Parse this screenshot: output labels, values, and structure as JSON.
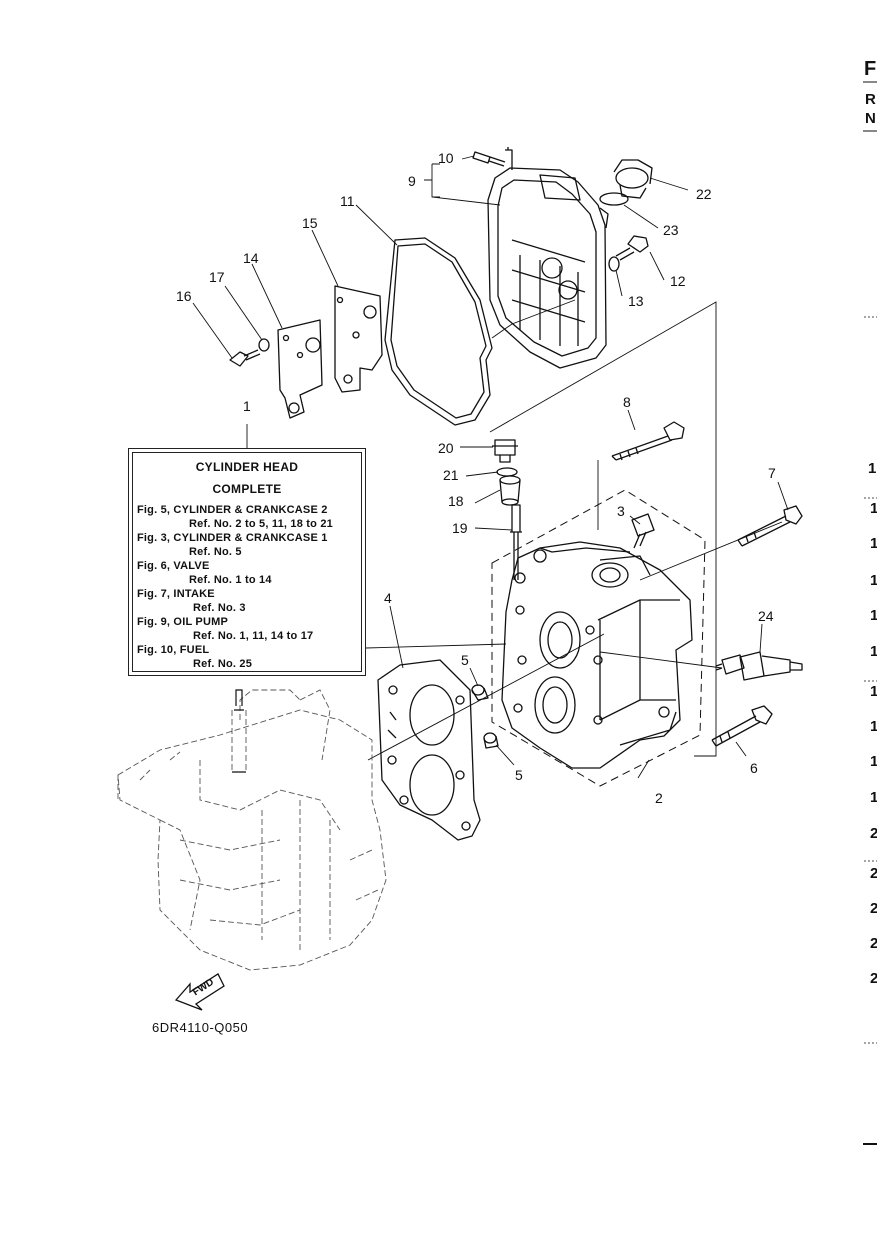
{
  "part_labels": [
    "1",
    "2",
    "3",
    "4",
    "5",
    "5",
    "6",
    "7",
    "8",
    "9",
    "10",
    "11",
    "12",
    "13",
    "14",
    "15",
    "16",
    "17",
    "18",
    "19",
    "20",
    "21",
    "22",
    "23",
    "24"
  ],
  "caption": {
    "title1": "CYLINDER  HEAD",
    "title2": "COMPLETE",
    "lines": [
      "Fig. 5, CYLINDER & CRANKCASE 2",
      "Ref. No. 2 to 5, 11, 18 to 21",
      "Fig. 3, CYLINDER & CRANKCASE 1",
      "Ref. No. 5",
      "Fig. 6, VALVE",
      "Ref. No. 1 to 14",
      "Fig. 7, INTAKE",
      "Ref. No. 3",
      "Fig. 9, OIL PUMP",
      "Ref. No. 1, 11, 14 to 17",
      "Fig. 10, FUEL",
      "Ref. No. 25"
    ]
  },
  "fwd_label": "FWD",
  "diagram_id": "6DR4110-Q050",
  "edge_fragments": [
    "F",
    "R",
    "N",
    "1",
    "1",
    "1",
    "1",
    "1",
    "1",
    "1",
    "1",
    "1",
    "1",
    "2",
    "2",
    "2",
    "2",
    "2"
  ]
}
